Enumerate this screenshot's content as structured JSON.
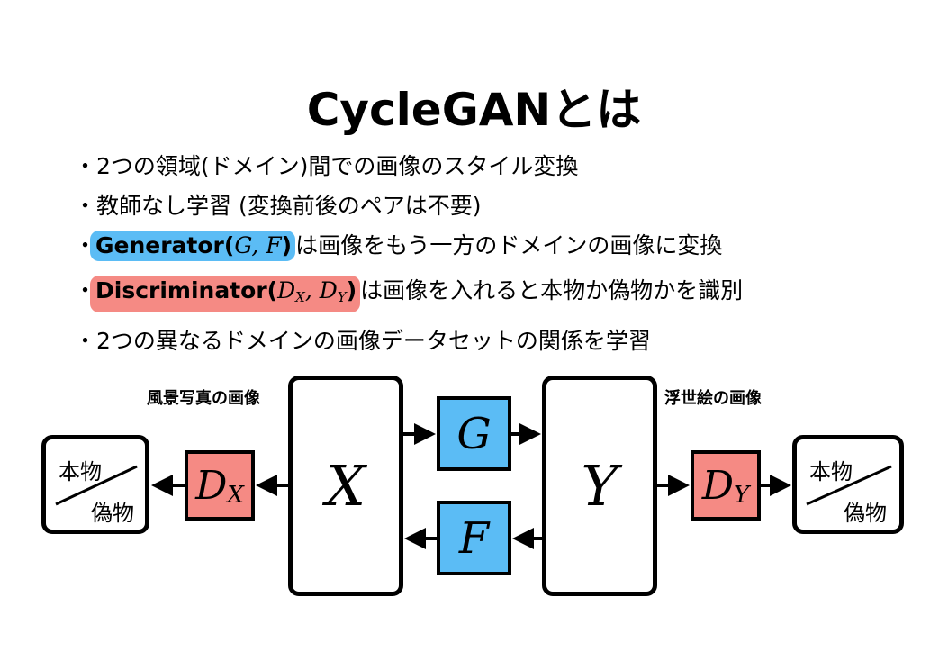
{
  "title": "CycleGANとは",
  "bullets": {
    "b1": "・2つの領域(ドメイン)間での画像のスタイル変換",
    "b2": "・教師なし学習 (変換前後のペアは不要)",
    "b3": {
      "dot": "・",
      "name": "Generator(",
      "math": "G, F",
      "close": ")",
      "rest": "は画像をもう一方のドメインの画像に変換"
    },
    "b4": {
      "dot": "・",
      "name": "Discriminator(",
      "dx": "D",
      "dx_sub": "X",
      "comma": ", ",
      "dy": "D",
      "dy_sub": "Y",
      "close": ")",
      "rest": "は画像を入れると本物か偽物かを識別"
    },
    "b5": "・2つの異なるドメインの画像データセットの関係を学習"
  },
  "diagram": {
    "label_left": "風景写真の画像",
    "label_right": "浮世絵の画像",
    "domain_x": "X",
    "domain_y": "Y",
    "gen_g": "G",
    "gen_f": "F",
    "disc_x": "D",
    "disc_x_sub": "X",
    "disc_y": "D",
    "disc_y_sub": "Y",
    "real": "本物",
    "fake": "偽物",
    "colors": {
      "generator": "#5bbcf5",
      "discriminator": "#f58a84"
    }
  }
}
